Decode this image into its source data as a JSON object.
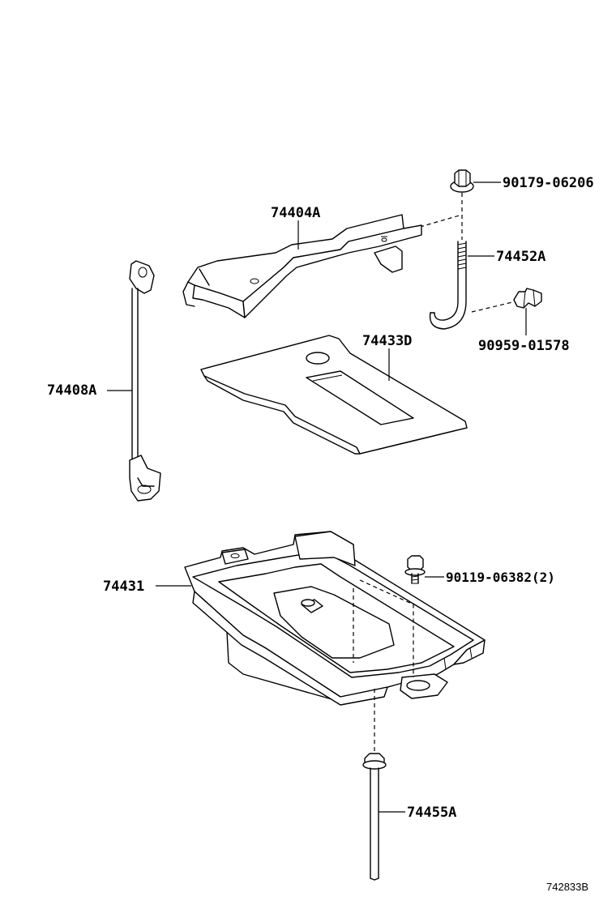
{
  "diagram": {
    "labels": {
      "p74404A": "74404A",
      "p90179": "90179-06206",
      "p74452A": "74452A",
      "p90959": "90959-01578",
      "p74433D": "74433D",
      "p74408A": "74408A",
      "p74431": "74431",
      "p90119": "90119-06382(2)",
      "p74455A": "74455A"
    },
    "reference_code": "742833B"
  }
}
